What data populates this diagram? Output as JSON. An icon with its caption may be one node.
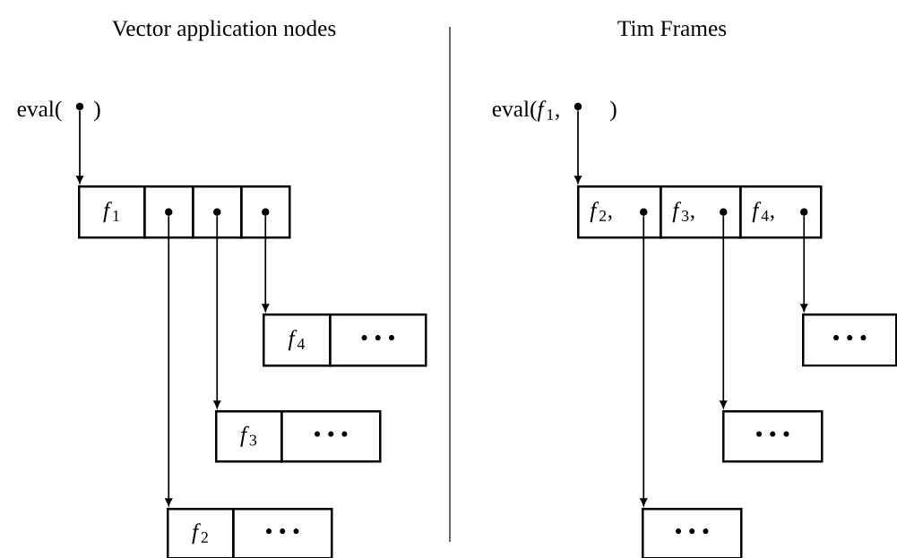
{
  "diagram": {
    "nodes": [
      {
        "text": [
          "eval(",
          ")"
        ]
      },
      {
        "text": [],
        "shape": "circle",
        "in": 0
      },
      {
        "text": [
          "*f*$_{1}$"
        ]
      },
      {
        "text": [],
        "shape": "box"
      },
      {
        "text": [],
        "shape": "circle",
        "in": 3
      },
      {
        "text": [],
        "shape": "box"
      },
      {
        "text": [],
        "shape": "circle",
        "in": 5
      },
      {
        "text": [],
        "shape": "box"
      },
      {
        "text": [],
        "shape": "circle",
        "in": 7
      },
      {
        "text": [
          "*f*$_{4}$"
        ]
      },
      {
        "text": [
          "• • •"
        ]
      },
      {
        "text": [
          "*f*$_{3}$"
        ]
      },
      {
        "text": [
          "• • •"
        ]
      },
      {
        "text": [
          "*f*$_{2}$"
        ]
      },
      {
        "text": [
          "• • •"
        ]
      },
      {
        "text": [
          "eval(*f*$_{1}$,",
          ")"
        ]
      },
      {
        "text": [],
        "shape": "circle",
        "in": 15
      },
      {
        "text": [
          "*f*$_{2}$,"
        ]
      },
      {
        "text": [],
        "shape": "circle",
        "in": 17
      },
      {
        "text": [
          "*f*$_{3}$,"
        ]
      },
      {
        "text": [],
        "shape": "circle",
        "in": 19
      },
      {
        "text": [
          "*f*$_{4}$,"
        ]
      },
      {
        "text": [],
        "shape": "circle",
        "in": 21
      },
      {
        "text": [
          "• • •"
        ]
      },
      {
        "text": [
          "• • •"
        ]
      },
      {
        "text": [
          "• • •"
        ]
      }
    ],
    "edges": [
      {
        "from": 1,
        "to": 2,
        "arrow": "to"
      },
      {
        "from": 8,
        "to": 9,
        "arrow": "to"
      },
      {
        "from": 6,
        "to": 11,
        "arrow": "to"
      },
      {
        "from": 4,
        "to": 13,
        "arrow": "to"
      },
      {
        "from": 16,
        "to": 17,
        "arrow": "to"
      },
      {
        "from": 22,
        "to": 23,
        "arrow": "to"
      },
      {
        "from": 20,
        "to": 24,
        "arrow": "to"
      },
      {
        "from": 18,
        "to": 25,
        "arrow": "to"
      }
    ],
    "labels": [
      "Vector application nodes",
      "Tim Frames"
    ]
  }
}
